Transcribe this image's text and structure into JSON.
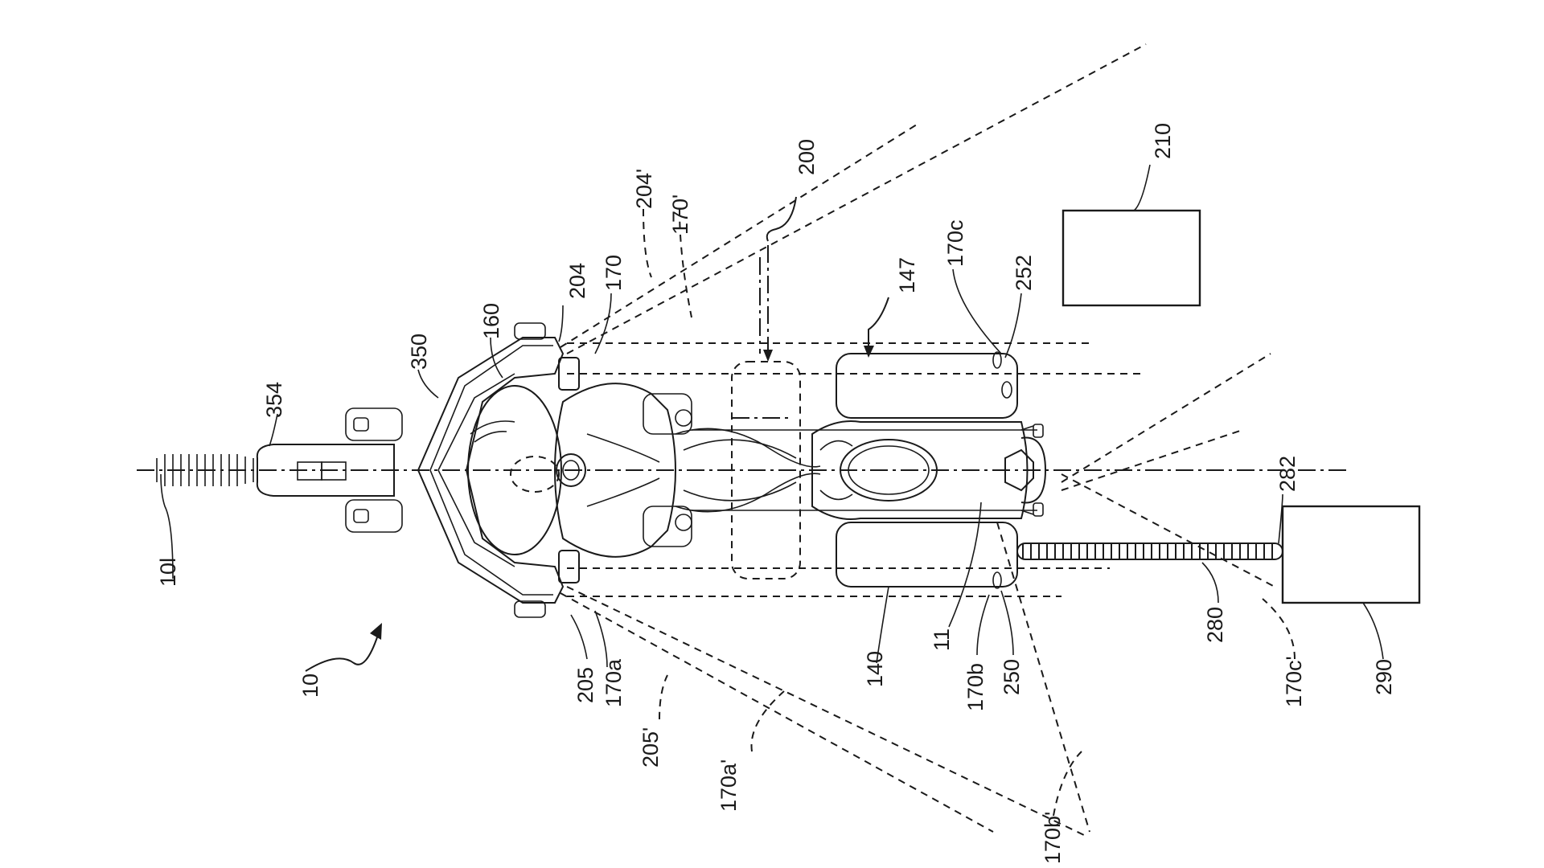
{
  "labels": {
    "l10l": "10l",
    "l354": "354",
    "l350": "350",
    "l160": "160",
    "l204": "204",
    "l170": "170",
    "l204p": "204'",
    "l170p": "170'",
    "l200": "200",
    "l147": "147",
    "l170c": "170c",
    "l252": "252",
    "l210": "210",
    "l282": "282",
    "l10": "10",
    "l205": "205",
    "l170a": "170a",
    "l205p": "205'",
    "l170ap": "170a'",
    "l140": "140",
    "l11": "11",
    "l170b": "170b",
    "l250": "250",
    "l170bp": "170b'",
    "l280": "280",
    "l170cp": "170c'",
    "l290": "290"
  }
}
